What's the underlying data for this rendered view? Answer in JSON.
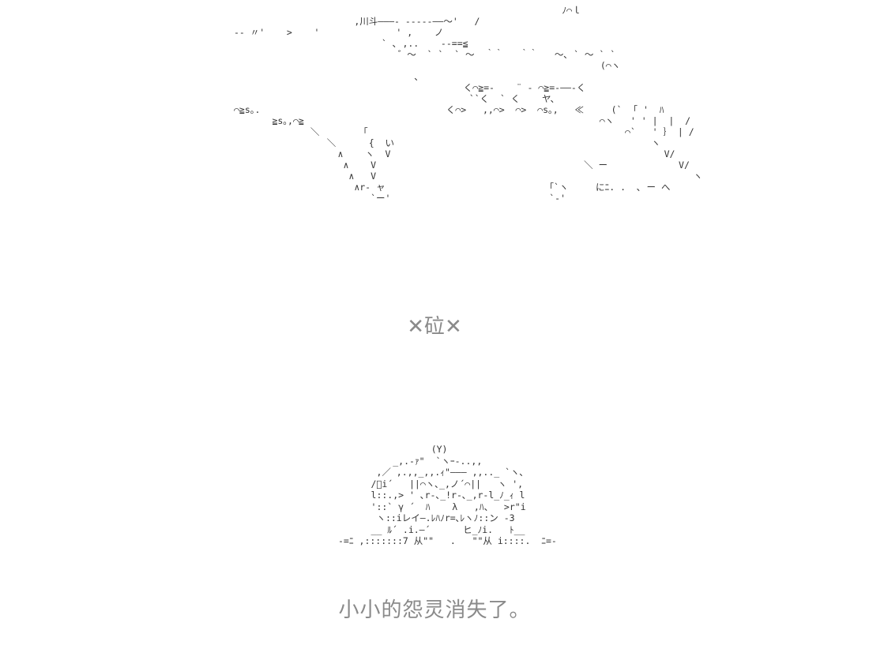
{
  "scene": {
    "art_top_lines": [
      "                                                            ﾉ⌒ｌ",
      "                      ,川斗―――- -----――～'   /",
      "-- 〃'    >    '              ' ,    ノ",
      "                           ` ､ ,..    -‐==≦",
      "                              ゛～  ` `  ` ～  ｀｀   ｀｀   ～､ ` ～ ` ` ",
      "                                                                   (⌒ヽ",
      "                                 ､",
      "                                          く⌒≧=-    ¨ ‐ ⌒≧=-――-く",
      "                                           ``く  ` く    ヤ、",
      "⌒≧s｡.                                  く⌒>   ,,⌒>  ⌒>  ⌒s｡,   ≪     (`  ｢ '  ﾊ",
      "       ≧s｡,⌒≧                                                      ⌒ヽ   ' ' |  |  /",
      "              ＼        ｢                                               ⌒`   ' ｝ | /",
      "                 ＼      {  い                                               ヽ",
      "                   ∧    ヽ  V                                                  V/",
      "                    ∧    V                                      ＼ ー             V/",
      "                     ∧   V                                                          ヽ",
      "                      ∧r- ャ                              ｢`ヽ     にﾆ. .  ､ ー へ",
      "                         `ー'                             `‐'"
    ],
    "sfx_text": "✕砬✕",
    "art_bottom_lines": [
      "                 (Y)",
      "          _,.‐ｧ\"  `ヽｰ-..,,",
      "       ,／ ,.,,_,,.ｨ\"――― ,,.._ `ヽ､",
      "      /ﾞi´   ||⌒ヽ､_,ノ´⌒||   ヽ ',",
      "      l::.,> ' ､r‐､_!r‐､_,r‐l_ﾉ_ｨ l",
      "      '::` γ ´  ﾊ    λ   ,ﾊ、  >r\"i",
      "       ヽ::iレイ―.ﾚﾊﾉr=､ﾚヽﾉ::ン -3",
      "      __ ﾙ´ .i.―´      ヒ_ﾉi.   ﾄ__",
      "-=ﾆ ,:::::::7 从\"\"   .   \"\"从 i::::.  ﾆ=-"
    ],
    "caption": "小小的怨灵消失了。"
  },
  "colors": {
    "text_gray": "#8a8a8a",
    "art_ink": "#333333",
    "background": "#ffffff"
  }
}
